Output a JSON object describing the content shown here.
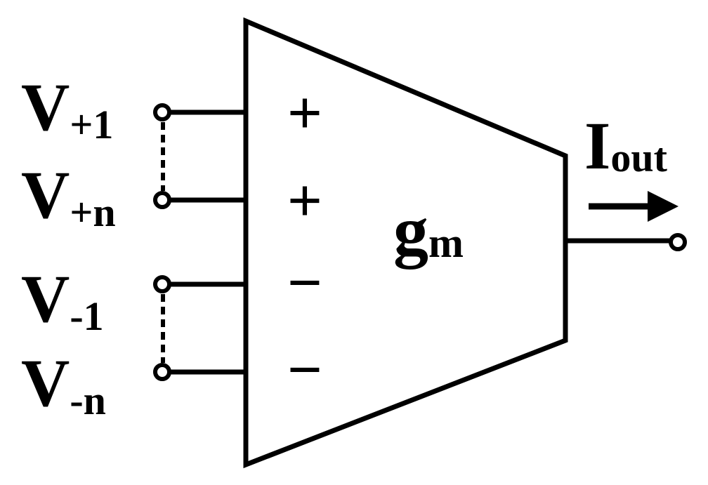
{
  "diagram": {
    "inputs": [
      {
        "main": "V",
        "sub": "+1",
        "polarity": "+"
      },
      {
        "main": "V",
        "sub": "+n",
        "polarity": "+"
      },
      {
        "main": "V",
        "sub": "-1",
        "polarity": "−"
      },
      {
        "main": "V",
        "sub": "-n",
        "polarity": "−"
      }
    ],
    "block": {
      "main": "g",
      "sub": "m"
    },
    "output": {
      "main": "I",
      "sub": "out"
    },
    "colors": {
      "stroke": "#000000",
      "background": "#ffffff"
    }
  }
}
